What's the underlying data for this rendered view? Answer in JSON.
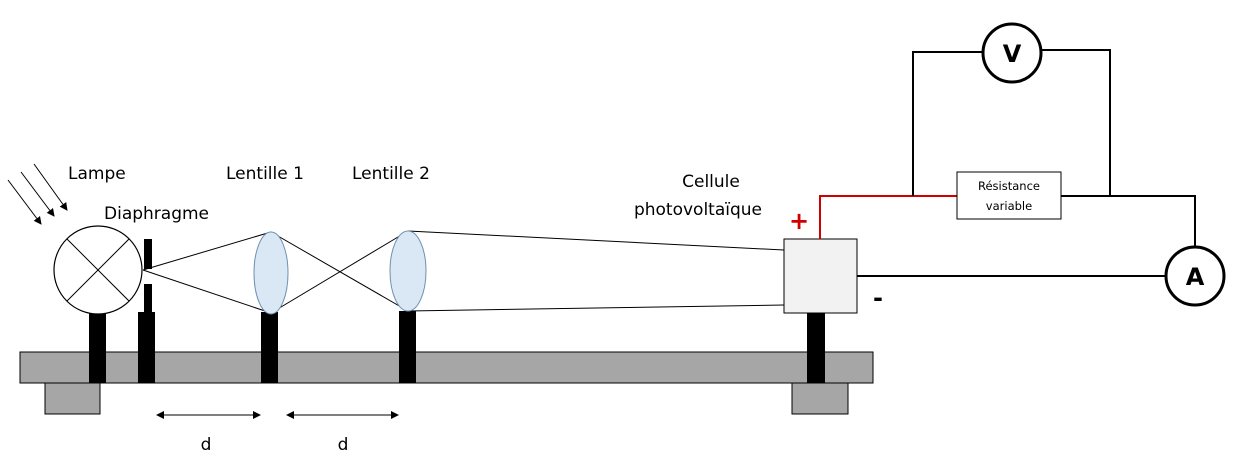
{
  "labels": {
    "lamp": "Lampe",
    "diaphragm": "Diaphragme",
    "lens1": "Lentille 1",
    "lens2": "Lentille 2",
    "cell_line1": "Cellule",
    "cell_line2": "photovoltaïque",
    "resistor_line1": "Résistance",
    "resistor_line2": "variable",
    "voltmeter": "V",
    "ammeter": "A",
    "plus": "+",
    "minus": "-",
    "distance1": "d",
    "distance2": "d"
  },
  "colors": {
    "bench": "#a6a6a6",
    "lens_fill": "#dae8f5",
    "lens_stroke": "#6f8fb0",
    "cell_fill": "#f2f2f2",
    "positive_wire": "#d00000"
  }
}
